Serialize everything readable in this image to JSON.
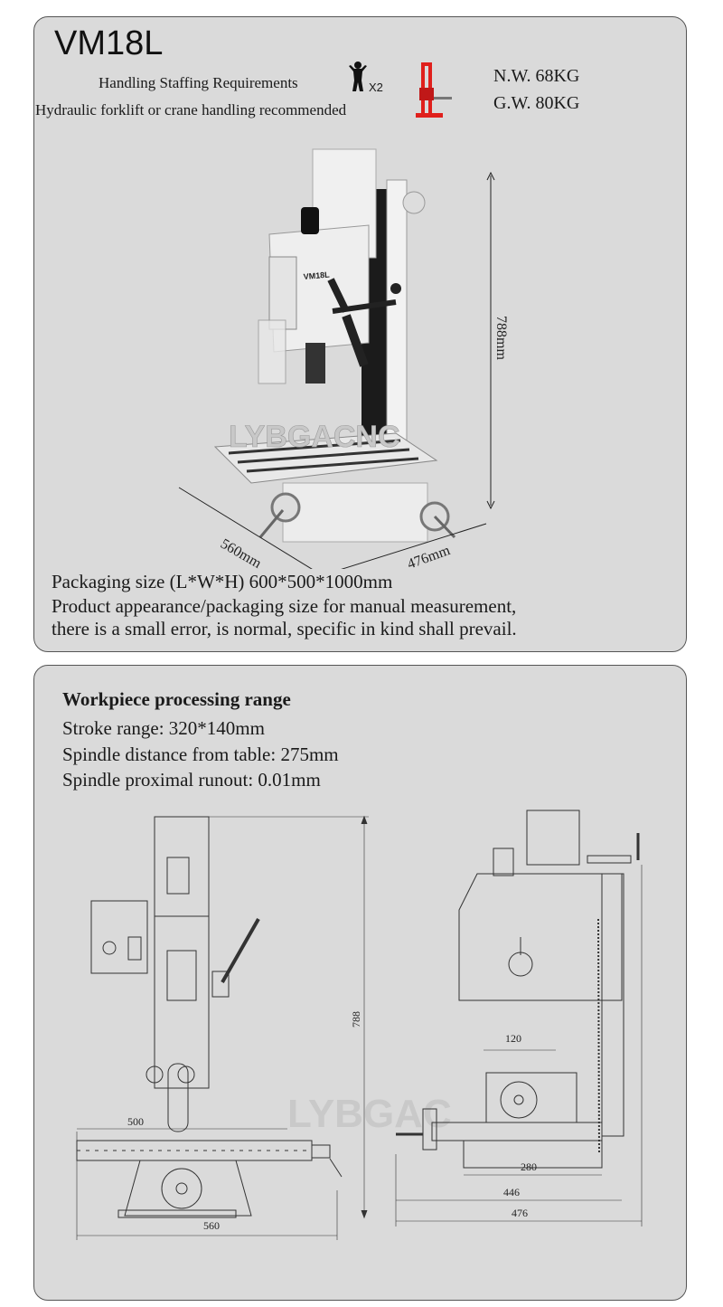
{
  "header": {
    "model": "VM18L",
    "staffing_label": "Handling Staffing Requirements",
    "staffing_count": "X2",
    "handling_note": "Hydraulic forklift or crane handling recommended",
    "net_weight": "N.W.  68KG",
    "gross_weight": "G.W.  80KG"
  },
  "photo": {
    "machine_label": "VM18L",
    "watermark": "LYBGACNC",
    "height_dim": "788mm",
    "length_dim": "560mm",
    "width_dim": "476mm"
  },
  "packaging": {
    "size": "Packaging size (L*W*H) 600*500*1000mm",
    "note_line1": "Product appearance/packaging size for manual measurement,",
    "note_line2": "there is a small error, is normal, specific in kind shall prevail."
  },
  "specs": {
    "heading": "Workpiece processing range",
    "stroke": "Stroke range: 320*140mm",
    "spindle_distance": "Spindle distance from table: 275mm",
    "runout": "Spindle proximal runout: 0.01mm"
  },
  "drawing": {
    "front": {
      "height": "788",
      "table": "500",
      "width": "560"
    },
    "side": {
      "cross": "120",
      "base": "280",
      "depth": "446",
      "total": "476"
    },
    "watermark": "LYBGAC"
  },
  "colors": {
    "panel": "#dadada",
    "forklift": "#e0201c",
    "watermark": "#e8a0a0"
  }
}
